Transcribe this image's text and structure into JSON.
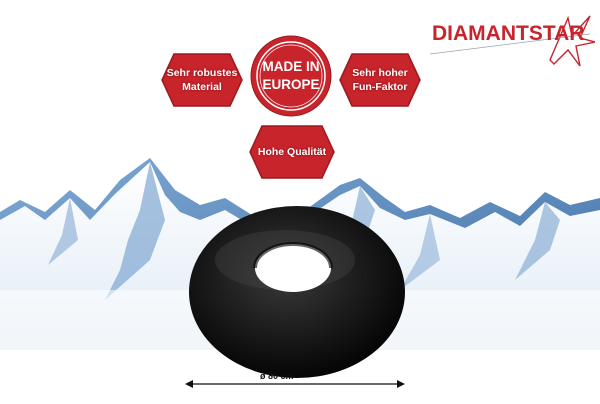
{
  "brand": {
    "name": "DIAMANTSTAR",
    "color": "#c8242c"
  },
  "badges": {
    "material": "Sehr robustes\nMaterial",
    "made_in": "MADE IN\nEUROPE",
    "fun": "Sehr hoher\nFun-Faktor",
    "quality": "Hohe Qualität"
  },
  "colors": {
    "badge_fill": "#c8242c",
    "badge_stroke": "#9a1a1f",
    "tube": "#111111",
    "sky": "#ffffff",
    "mountain_blue": "#5b8fc3"
  },
  "product": {
    "icon": "inner-tube-image",
    "dimension_label": "ø 80 cm"
  }
}
